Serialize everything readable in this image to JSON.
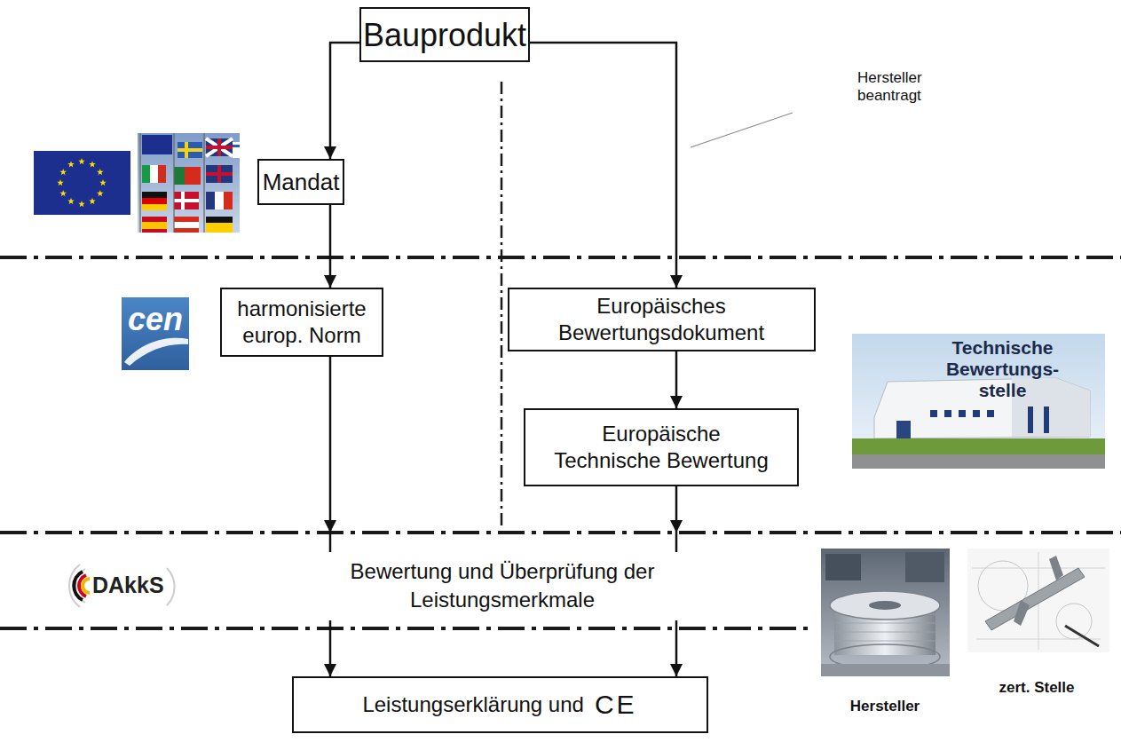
{
  "diagram": {
    "nodes": [
      {
        "text": [
          "Bauprodukt"
        ]
      },
      {
        "text": [
          "Mandat"
        ]
      },
      {
        "text": [
          "harmonisierte europ. Norm"
        ]
      },
      {
        "text": [
          "Europäisches Bewertungsdokument"
        ]
      },
      {
        "text": [
          "Europäische Technische Bewertung"
        ]
      },
      {
        "text": [
          "Leistungserklärung und",
          "CE"
        ]
      }
    ],
    "edges": [
      {
        "from": 0,
        "to": 1,
        "arrow": "to"
      },
      {
        "from": 1,
        "to": 2,
        "arrow": "to"
      },
      {
        "from": 0,
        "to": 3,
        "arrow": "to"
      },
      {
        "from": 3,
        "to": 4,
        "arrow": "to"
      },
      {
        "from": 2,
        "to": 5,
        "arrow": "to"
      },
      {
        "from": 4,
        "to": 5,
        "arrow": "to"
      }
    ],
    "labels": [
      "Hersteller beantragt",
      "cen",
      "Technische Bewertungs- stelle",
      "DAkkS",
      "Bewertung und Überprüfung der Leistungsmerkmale",
      "Hersteller",
      "zert. Stelle"
    ]
  }
}
